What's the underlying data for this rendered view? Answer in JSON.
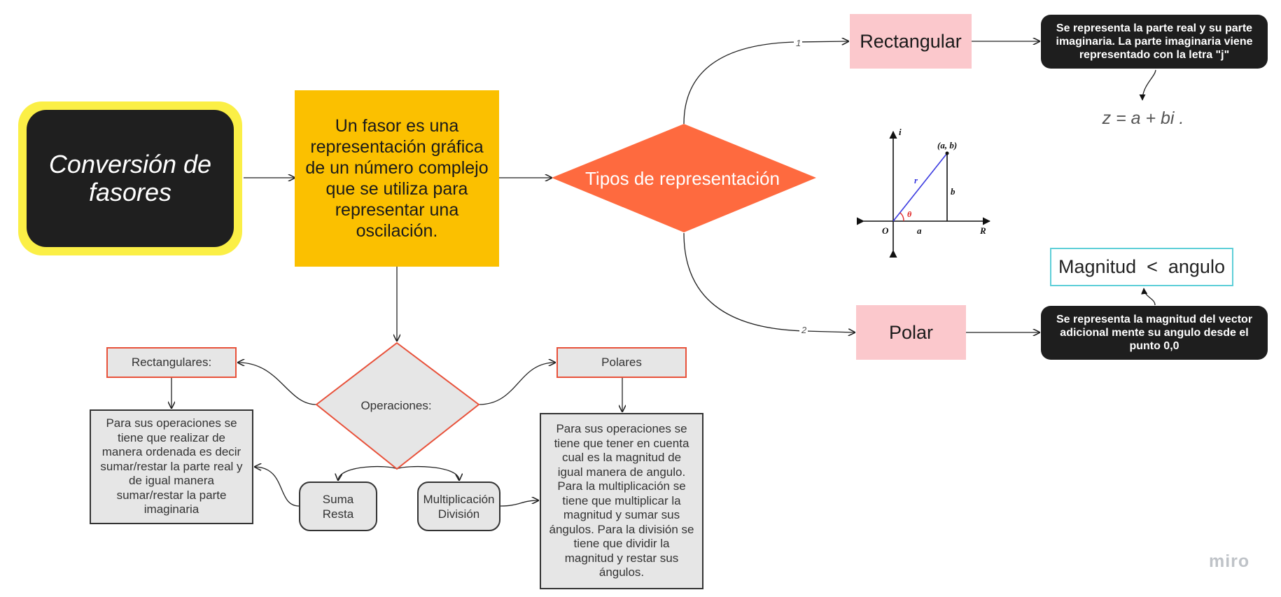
{
  "title": {
    "text": "Conversión de\nfasores"
  },
  "fasor": {
    "text": "Un fasor es una representación gráfica de un número complejo que se utiliza para representar una oscilación."
  },
  "tipos": {
    "text": "Tipos de representación"
  },
  "rectangular": {
    "label": "Rectangular",
    "description": "Se representa la parte real y su parte imaginaria. La parte imaginaria viene representado con la letra \"j\"",
    "formula": "z = a + bi ."
  },
  "polar": {
    "label": "Polar",
    "description": "Se representa la magnitud del vector adicional mente su angulo desde el punto 0,0",
    "formula": "Magnitud  <  angulo"
  },
  "edges": {
    "one": "1",
    "two": "2"
  },
  "graph": {
    "i": "i",
    "r_axis": "R",
    "origin": "O",
    "point": "(a, b)",
    "r": "r",
    "a": "a",
    "b": "b",
    "theta": "θ"
  },
  "operaciones": {
    "label": "Operaciones:",
    "rectangulares_label": "Rectangulares:",
    "polares_label": "Polares",
    "rect_text": "Para sus operaciones se tiene que realizar de manera ordenada es decir sumar/restar la parte real y de igual manera sumar/restar la parte imaginaria",
    "polar_text": "Para sus operaciones se tiene que tener en cuenta cual es la magnitud de igual manera de angulo. Para la multiplicación se tiene que multiplicar la magnitud y sumar sus ángulos. Para la división se tiene que dividir la magnitud y restar sus ángulos.",
    "suma_resta": "Suma\nResta",
    "mult_div": "Multiplicación\nDivisión"
  },
  "watermark": "miro",
  "colors": {
    "title_border": "#fbef46",
    "title_fill": "#1f1f1f",
    "fasor_fill": "#fbc000",
    "diamond": "#fe6a3f",
    "pink": "#fbc8cc",
    "red_border": "#e8513a",
    "cyan_border": "#5fcfd8"
  }
}
